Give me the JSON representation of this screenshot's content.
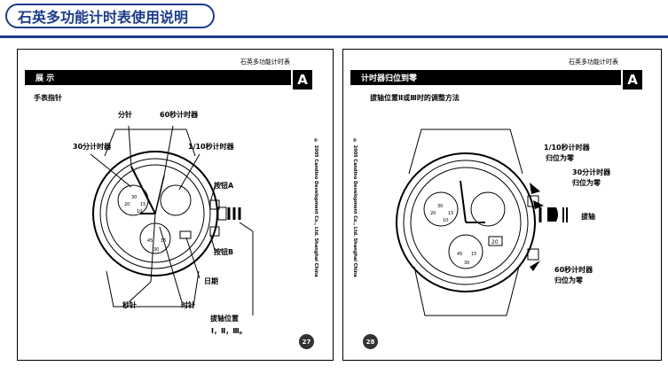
{
  "header": {
    "title": "石英多功能计时表使用说明"
  },
  "left_page": {
    "running_head": "石英多功能计时表",
    "section_title": "展 示",
    "tab": "A",
    "subtitle": "手表指针",
    "labels": {
      "minute_hand": "分针",
      "sixty_timer": "60秒计时器",
      "thirty_timer": "30分计时器",
      "tenth_timer": "1/10秒计时器",
      "button_a": "按钮A",
      "button_b": "按钮B",
      "date": "日期",
      "second_hand": "秒针",
      "hour_hand": "时针",
      "crown_position": "拔轴位置",
      "positions": "Ⅰ，Ⅱ，Ⅲ。"
    },
    "sidebar": "© 2005 Candino Development Co., Ltd. Shanghai China",
    "page_number": "27",
    "dial_numbers": [
      "30",
      "15",
      "20",
      "10",
      "45",
      "15",
      "30"
    ]
  },
  "right_page": {
    "running_head": "石英多功能计时表",
    "section_title": "计时器归位到零",
    "tab": "A",
    "subtitle": "拔轴位置Ⅱ或Ⅲ时的调整方法",
    "labels": {
      "tenth_reset_1": "1/10秒计时器",
      "tenth_reset_2": "归位为零",
      "thirty_reset_1": "30分计时器",
      "thirty_reset_2": "归位为零",
      "crown": "拔轴",
      "sixty_reset_1": "60秒计时器",
      "sixty_reset_2": "归位为零"
    },
    "sidebar": "© 2005 Candino Development Co., Ltd. Shanghai China",
    "page_number": "28",
    "date_window": "20",
    "dial_numbers": [
      "30",
      "15",
      "20",
      "10",
      "45",
      "15",
      "30"
    ]
  }
}
